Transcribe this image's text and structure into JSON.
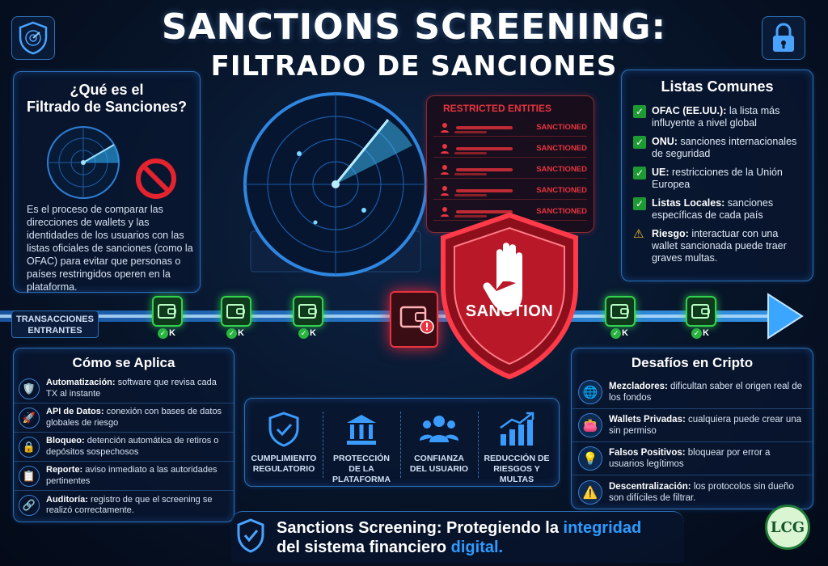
{
  "header": {
    "title_line1": "SANCTIONS SCREENING:",
    "title_line2": "FILTRADO DE SANCIONES"
  },
  "icons": {
    "top_left": "radar-shield-icon",
    "top_right": "padlock-icon"
  },
  "what_is": {
    "title_line1": "¿Qué es el",
    "title_line2": "Filtrado de Sanciones?",
    "body": "Es el proceso de comparar las direcciones de wallets y las identidades de los usuarios con las listas oficiales de sanciones (como la OFAC) para evitar que personas o países restringidos operen en la plataforma."
  },
  "restricted": {
    "title": "RESTRICTED ENTITIES",
    "rows": [
      {
        "label": "SANCTIONED"
      },
      {
        "label": "SANCTIONED"
      },
      {
        "label": "SANCTIONED"
      },
      {
        "label": "SANCTIONED"
      },
      {
        "label": "SANCTIONED"
      }
    ]
  },
  "shield": {
    "label": "SANCTION"
  },
  "flow": {
    "label_line1": "TRANSACCIONES",
    "label_line2": "ENTRANTES",
    "ok_label": "K",
    "colors": {
      "ok": "#33d24c",
      "blocked": "#e8343f",
      "accent": "#2e9bff"
    }
  },
  "common_lists": {
    "title": "Listas Comunes",
    "items": [
      {
        "icon": "check",
        "bold": "OFAC (EE.UU.):",
        "text": " la lista más influyente a nivel global"
      },
      {
        "icon": "check",
        "bold": "ONU:",
        "text": " sanciones internacionales de seguridad"
      },
      {
        "icon": "check",
        "bold": "UE:",
        "text": " restricciones de la Unión Europea"
      },
      {
        "icon": "check",
        "bold": "Listas Locales:",
        "text": " sanciones específicas de cada país"
      },
      {
        "icon": "warning",
        "bold": "Riesgo:",
        "text": " interactuar con una wallet sancionada puede traer graves multas."
      }
    ]
  },
  "how_applied": {
    "title": "Cómo se Aplica",
    "items": [
      {
        "icon": "shield-icon",
        "emoji": "🛡️",
        "bold": "Automatización:",
        "text": " software que revisa cada TX al instante"
      },
      {
        "icon": "cloud-icon",
        "emoji": "🚀",
        "bold": "API de Datos:",
        "text": " conexión con bases de datos globales de riesgo"
      },
      {
        "icon": "lock-icon",
        "emoji": "🔒",
        "bold": "Bloqueo:",
        "text": " detención automática de retiros o depósitos sospechosos"
      },
      {
        "icon": "clipboard-icon",
        "emoji": "📋",
        "bold": "Reporte:",
        "text": " aviso inmediato a las autoridades pertinentes"
      },
      {
        "icon": "link-icon",
        "emoji": "🔗",
        "bold": "Auditoría:",
        "text": " registro de que el screening se realizó correctamente."
      }
    ]
  },
  "benefits": [
    {
      "icon": "shield-check-icon",
      "line1": "CUMPLIMIENTO",
      "line2": "REGULATORIO"
    },
    {
      "icon": "bank-icon",
      "line1": "PROTECCIÓN",
      "line2": "DE LA PLATAFORMA"
    },
    {
      "icon": "users-icon",
      "line1": "CONFIANZA",
      "line2": "DEL USUARIO"
    },
    {
      "icon": "growth-chart-icon",
      "line1": "REDUCCIÓN DE",
      "line2": "RIESGOS Y MULTAS"
    }
  ],
  "challenges": {
    "title": "Desafíos en Cripto",
    "items": [
      {
        "icon": "globe-icon",
        "emoji": "🌐",
        "bold": "Mezcladores:",
        "text": " dificultan saber el origen real de los fondos"
      },
      {
        "icon": "wallet-icon",
        "emoji": "👛",
        "bold": "Wallets Privadas:",
        "text": " cualquiera puede crear una sin permiso"
      },
      {
        "icon": "lightbulb-icon",
        "emoji": "💡",
        "bold": "Falsos Positivos:",
        "text": " bloquear por error a usuarios legítimos"
      },
      {
        "icon": "network-icon",
        "emoji": "⚠️",
        "bold": "Descentralización:",
        "text": " los protocolos sin dueño son difíciles de filtrar."
      }
    ]
  },
  "footer": {
    "part1": "Sanctions Screening: Protegiendo la ",
    "highlight1": "integridad",
    "part2": "del sistema financiero ",
    "highlight2": "digital.",
    "logo_text": "LCG"
  }
}
